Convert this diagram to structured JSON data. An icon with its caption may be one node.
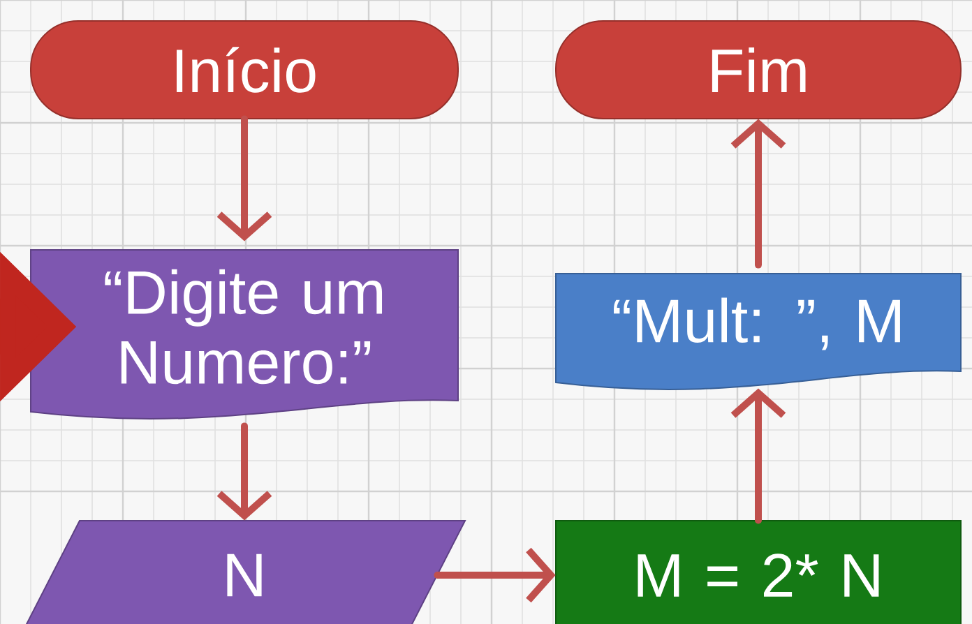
{
  "diagram": {
    "nodes": [
      {
        "text": [
          "Início"
        ]
      },
      {
        "text": [
          "“Digite um Numero:”"
        ]
      },
      {
        "text": [
          "Fim"
        ]
      },
      {
        "text": [
          "“Mult: ”, M"
        ]
      },
      {
        "text": [
          "N"
        ]
      },
      {
        "text": [
          "M = 2* N"
        ]
      }
    ],
    "edges": [
      {
        "from": null,
        "to": 1,
        "arrow": "to",
        "style": "thick",
        "color": "#c0261f"
      },
      {
        "from": 0,
        "to": 1,
        "arrow": "to"
      },
      {
        "from": 1,
        "to": 4,
        "arrow": "to"
      },
      {
        "from": 4,
        "to": 5,
        "arrow": "to"
      },
      {
        "from": 5,
        "to": 3,
        "arrow": "to"
      },
      {
        "from": 3,
        "to": 2,
        "arrow": "to"
      }
    ]
  }
}
